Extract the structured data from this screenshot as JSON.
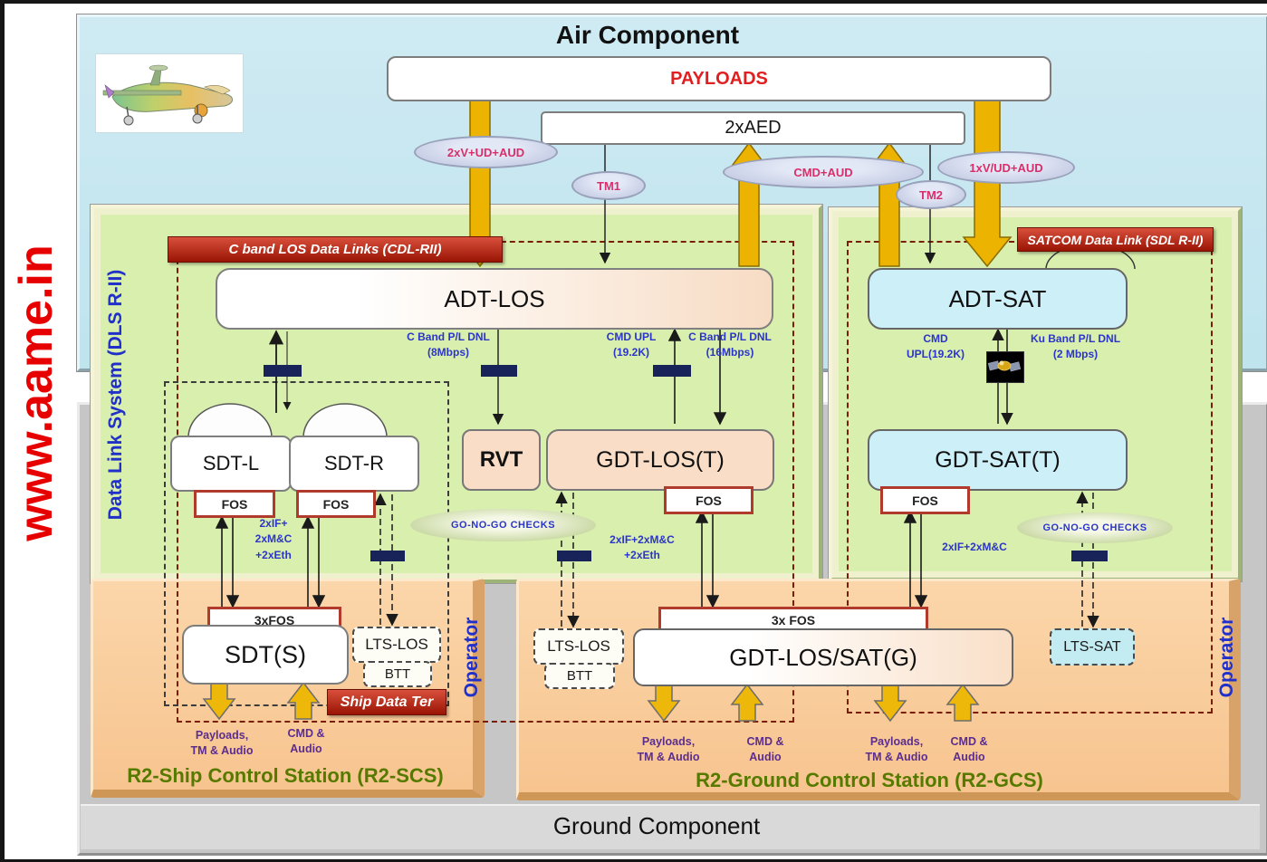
{
  "watermark": {
    "text": "www.aame.in",
    "color": "#e60000"
  },
  "air": {
    "title": "Air Component",
    "payloads_label": "PAYLOADS",
    "aed_label": "2xAED",
    "uav_icon": "uav-side-view",
    "flow_bubbles": {
      "video_dl": "2xV+UD+AUD",
      "tm1": "TM1",
      "cmd_aud": "CMD+AUD",
      "tm2": "TM2",
      "sat_video_dl": "1xV/UD+AUD"
    }
  },
  "dls": {
    "side_label": "Data Link System (DLS R-II)",
    "fos_label": "FOS",
    "cdl": {
      "label": "C band LOS Data Links (CDL-RII)",
      "adt_los": "ADT-LOS",
      "rvt": "RVT",
      "gdt_los_t": "GDT-LOS(T)",
      "sdt_l": "SDT-L",
      "sdt_r": "SDT-R",
      "go_no_go": "GO-NO-GO  CHECKS",
      "links": {
        "dnl8": "C Band P/L DNL\n(8Mbps)",
        "cmd_upl": "CMD UPL\n(19.2K)",
        "dnl16": "C Band P/L DNL\n(16Mbps)",
        "if_ship": "2xIF+\n2xM&C\n+2xEth",
        "if_gdt": "2xIF+2xM&C\n+2xEth"
      }
    },
    "sdl": {
      "label": "SATCOM Data Link (SDL R-II)",
      "adt_sat": "ADT-SAT",
      "gdt_sat_t": "GDT-SAT(T)",
      "go_no_go": "GO-NO-GO  CHECKS",
      "satellite_icon": "satellite",
      "links": {
        "cmd_upl": "CMD\nUPL(19.2K)",
        "ku_dnl": "Ku Band P/L DNL\n(2 Mbps)",
        "if_sat": "2xIF+2xM&C"
      }
    }
  },
  "ground": {
    "title": "Ground Component",
    "scs": {
      "title": "R2-Ship Control Station (R2-SCS)",
      "fos3": "3xFOS",
      "sdt_s": "SDT(S)",
      "lts_los": "LTS-LOS",
      "btt": "BTT",
      "ship_data_ter": "Ship Data Ter",
      "operator": "Operator",
      "payloads_tm_audio": "Payloads,\nTM & Audio",
      "cmd_audio": "CMD &\nAudio"
    },
    "gcs": {
      "title": "R2-Ground Control Station (R2-GCS)",
      "fos3": "3x FOS",
      "gdt": "GDT-LOS/SAT(G)",
      "lts_los": "LTS-LOS",
      "btt": "BTT",
      "lts_sat": "LTS-SAT",
      "operator": "Operator",
      "payloads_tm_audio": "Payloads,\nTM & Audio",
      "cmd_audio": "CMD &\nAudio"
    }
  },
  "colors": {
    "gold_arrow": "#edb301",
    "navy_block": "#18235a",
    "red_label": "#9a1404",
    "green_panel": "#d9efae",
    "air_panel": "#c7e8f2",
    "orange_panel": "#f8cb9b",
    "cyan_box": "#cdeff7",
    "peach_box": "#f9ddc6"
  }
}
